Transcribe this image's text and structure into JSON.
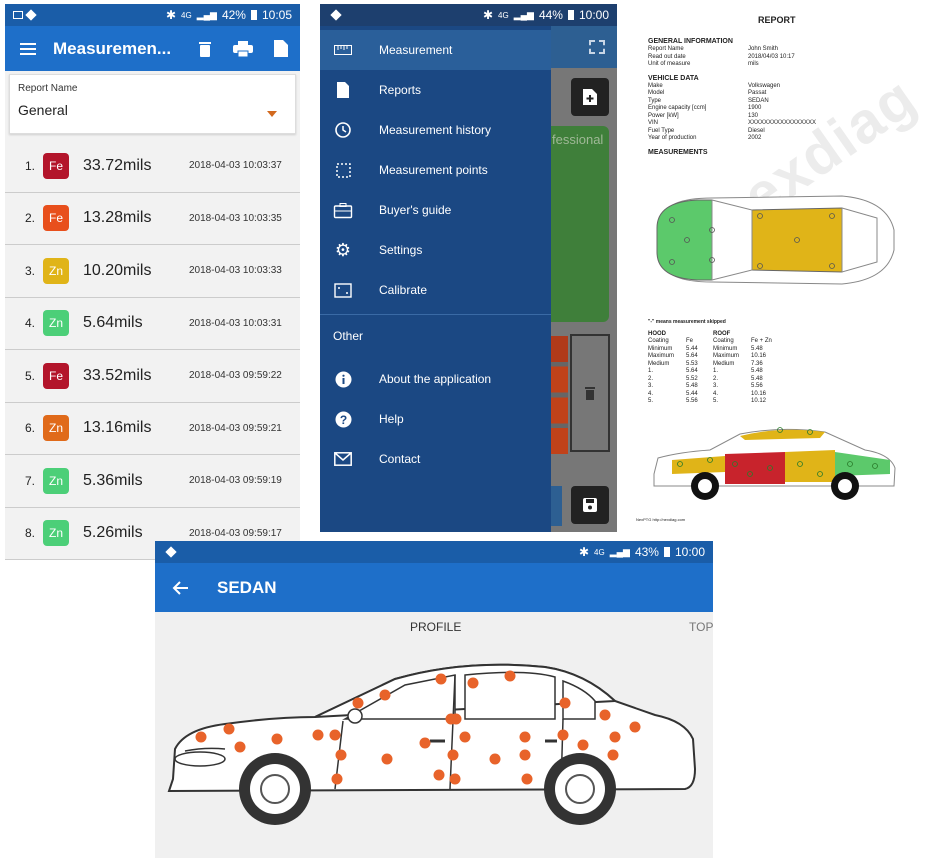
{
  "colors": {
    "primary": "#1e6fc9",
    "status": "#1a5da8",
    "drawer": "#1b4883",
    "fe_dark": "#b3152b",
    "fe_orange": "#e84f1c",
    "zn_yellow": "#e0b418",
    "zn_green": "#4ccf78",
    "zn_orange": "#e06a1a",
    "dot": "#e8632a"
  },
  "p1": {
    "status": {
      "battery": "42%",
      "time": "10:05",
      "net": "4G"
    },
    "title": "Measuremen...",
    "report_label": "Report Name",
    "report_value": "General",
    "rows": [
      {
        "n": "1.",
        "type": "Fe",
        "value": "33.72mils",
        "time": "2018-04-03 10:03:37",
        "color": "#b3152b"
      },
      {
        "n": "2.",
        "type": "Fe",
        "value": "13.28mils",
        "time": "2018-04-03 10:03:35",
        "color": "#e84f1c"
      },
      {
        "n": "3.",
        "type": "Zn",
        "value": "10.20mils",
        "time": "2018-04-03 10:03:33",
        "color": "#e0b418"
      },
      {
        "n": "4.",
        "type": "Zn",
        "value": "5.64mils",
        "time": "2018-04-03 10:03:31",
        "color": "#4ccf78"
      },
      {
        "n": "5.",
        "type": "Fe",
        "value": "33.52mils",
        "time": "2018-04-03 09:59:22",
        "color": "#b3152b"
      },
      {
        "n": "6.",
        "type": "Zn",
        "value": "13.16mils",
        "time": "2018-04-03 09:59:21",
        "color": "#e06a1a"
      },
      {
        "n": "7.",
        "type": "Zn",
        "value": "5.36mils",
        "time": "2018-04-03 09:59:19",
        "color": "#4ccf78"
      },
      {
        "n": "8.",
        "type": "Zn",
        "value": "5.26mils",
        "time": "2018-04-03 09:59:17",
        "color": "#4ccf78"
      }
    ]
  },
  "p2": {
    "status": {
      "battery": "44%",
      "time": "10:00",
      "net": "4G"
    },
    "items": [
      {
        "label": "Measurement",
        "icon": "ruler-icon"
      },
      {
        "label": "Reports",
        "icon": "document-icon"
      },
      {
        "label": "Measurement history",
        "icon": "clock-icon"
      },
      {
        "label": "Measurement points",
        "icon": "dotted-square-icon"
      },
      {
        "label": "Buyer's guide",
        "icon": "briefcase-icon"
      },
      {
        "label": "Settings",
        "icon": "gear-icon"
      },
      {
        "label": "Calibrate",
        "icon": "calibrate-icon"
      }
    ],
    "other_header": "Other",
    "other_items": [
      {
        "label": "About the application",
        "icon": "info-icon"
      },
      {
        "label": "Help",
        "icon": "help-icon"
      },
      {
        "label": "Contact",
        "icon": "mail-icon"
      }
    ],
    "bg_text": "fessional"
  },
  "p3": {
    "title": "REPORT",
    "general_header": "GENERAL INFORMATION",
    "general": [
      [
        "Report Name",
        "John Smith"
      ],
      [
        "Read out date",
        "2018/04/03 10:17"
      ],
      [
        "Unit of measure",
        "mils"
      ]
    ],
    "vehicle_header": "VEHICLE DATA",
    "vehicle": [
      [
        "Make",
        "Volkswagen"
      ],
      [
        "Model",
        "Passat"
      ],
      [
        "Type",
        "SEDAN"
      ],
      [
        "Engine capacity [ccm]",
        "1900"
      ],
      [
        "Power [kW]",
        "130"
      ],
      [
        "VIN",
        "XXXXXXXXXXXXXXXXX"
      ],
      [
        "Fuel Type",
        "Diesel"
      ],
      [
        "Year of production",
        "2002"
      ]
    ],
    "measurements_header": "MEASUREMENTS",
    "skipped_note": "\"-\" means measurement skipped",
    "hood": {
      "title": "HOOD",
      "rows": [
        [
          "Coating",
          "Fe"
        ],
        [
          "Minimum",
          "5.44"
        ],
        [
          "Maximum",
          "5.64"
        ],
        [
          "Medium",
          "5.53"
        ],
        [
          "1.",
          "5.64"
        ],
        [
          "2.",
          "5.52"
        ],
        [
          "3.",
          "5.48"
        ],
        [
          "4.",
          "5.44"
        ],
        [
          "5.",
          "5.56"
        ]
      ]
    },
    "roof": {
      "title": "ROOF",
      "rows": [
        [
          "Coating",
          "Fe + Zn"
        ],
        [
          "Minimum",
          "5.48"
        ],
        [
          "Maximum",
          "10.16"
        ],
        [
          "Medium",
          "7.36"
        ],
        [
          "1.",
          "5.48"
        ],
        [
          "2.",
          "5.48"
        ],
        [
          "3.",
          "5.56"
        ],
        [
          "4.",
          "10.16"
        ],
        [
          "5.",
          "10.12"
        ]
      ]
    },
    "footer": "NexPTG http://nexdiag.com",
    "watermark": "nexdiag"
  },
  "p4": {
    "status": {
      "battery": "43%",
      "time": "10:00",
      "net": "4G"
    },
    "title": "SEDAN",
    "tab_profile": "PROFILE",
    "tab_top": "TOP"
  }
}
